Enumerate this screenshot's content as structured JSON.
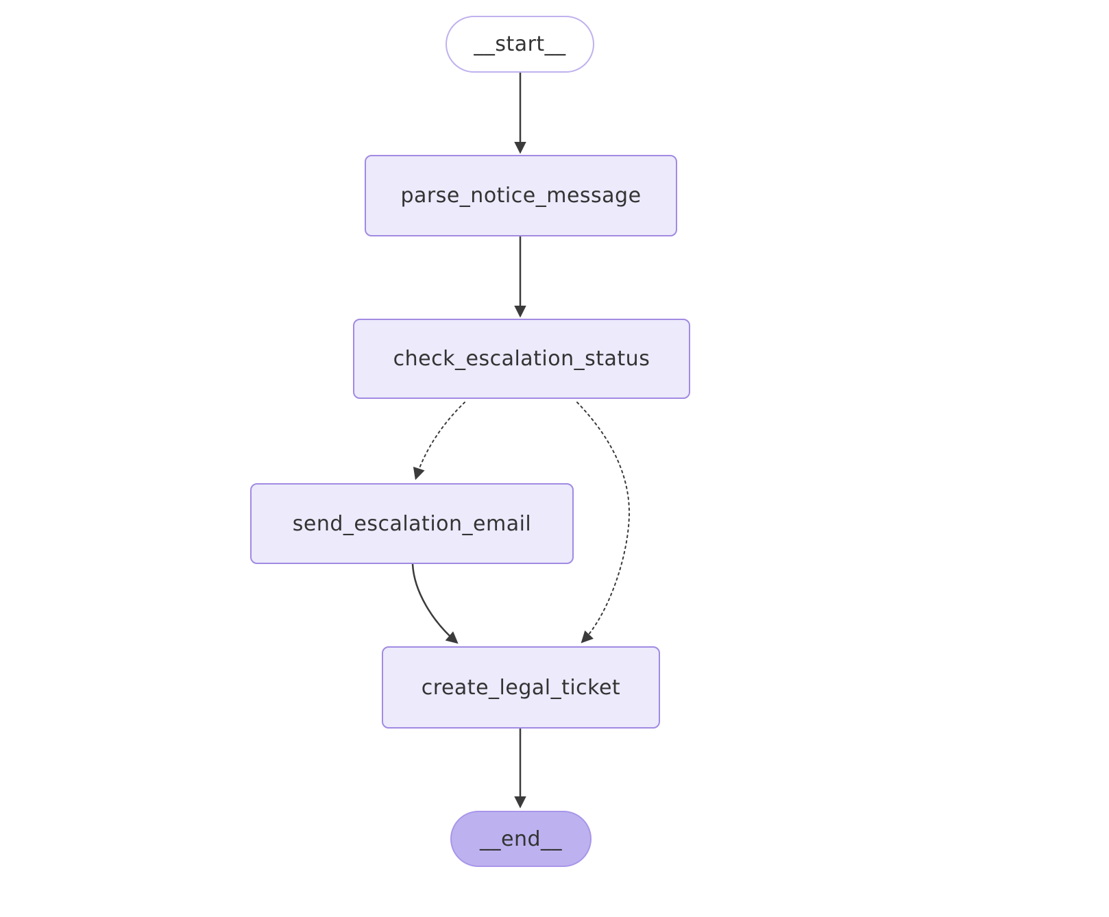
{
  "diagram": {
    "type": "flowchart",
    "direction": "top-down",
    "nodes": [
      {
        "id": "__start__",
        "label": "__start__",
        "shape": "stadium",
        "role": "start"
      },
      {
        "id": "parse_notice_message",
        "label": "parse_notice_message",
        "shape": "rect",
        "role": "step"
      },
      {
        "id": "check_escalation_status",
        "label": "check_escalation_status",
        "shape": "rect",
        "role": "step"
      },
      {
        "id": "send_escalation_email",
        "label": "send_escalation_email",
        "shape": "rect",
        "role": "step"
      },
      {
        "id": "create_legal_ticket",
        "label": "create_legal_ticket",
        "shape": "rect",
        "role": "step"
      },
      {
        "id": "__end__",
        "label": "__end__",
        "shape": "stadium",
        "role": "end"
      }
    ],
    "edges": [
      {
        "from": "__start__",
        "to": "parse_notice_message",
        "style": "solid"
      },
      {
        "from": "parse_notice_message",
        "to": "check_escalation_status",
        "style": "solid"
      },
      {
        "from": "check_escalation_status",
        "to": "send_escalation_email",
        "style": "dotted"
      },
      {
        "from": "check_escalation_status",
        "to": "create_legal_ticket",
        "style": "dotted"
      },
      {
        "from": "send_escalation_email",
        "to": "create_legal_ticket",
        "style": "solid"
      },
      {
        "from": "create_legal_ticket",
        "to": "__end__",
        "style": "solid"
      }
    ],
    "colors": {
      "node_fill": "#eceafb",
      "node_border": "#a18ae2",
      "start_fill": "#ffffff",
      "start_border": "#c0b1ee",
      "end_fill": "#bdb2ef",
      "end_border": "#a995ea",
      "edge": "#3b3b3b",
      "text": "#333333",
      "background": "#ffffff"
    }
  }
}
